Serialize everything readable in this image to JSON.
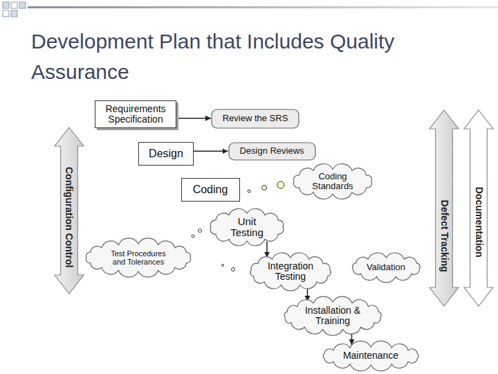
{
  "diagram": {
    "title": "Development Plan that Includes Quality Assurance",
    "nodes": [
      {
        "text": [
          "Requirements Specification"
        ]
      },
      {
        "text": [
          "Review the SRS"
        ]
      },
      {
        "text": [
          "Design"
        ]
      },
      {
        "text": [
          "Design Reviews"
        ]
      },
      {
        "text": [
          "Coding"
        ]
      },
      {
        "text": [
          "Coding Standards"
        ]
      },
      {
        "text": [
          "Unit Testing"
        ]
      },
      {
        "text": [
          "Test Procedures and Tolerances"
        ]
      },
      {
        "text": [
          "Integration Testing"
        ]
      },
      {
        "text": [
          "Validation"
        ]
      },
      {
        "text": [
          "Installation & Training"
        ]
      },
      {
        "text": [
          "Maintenance"
        ]
      },
      {
        "text": [
          "Configuration Control"
        ]
      },
      {
        "text": [
          "Defect Tracking"
        ]
      },
      {
        "text": [
          "Documentation"
        ]
      }
    ],
    "edges": [
      {
        "from": 0,
        "to": 1,
        "arrow": "to"
      },
      {
        "from": 2,
        "to": 3,
        "arrow": "to"
      },
      {
        "from": 6,
        "to": 8,
        "arrow": "to"
      },
      {
        "from": 8,
        "to": 10,
        "arrow": "to"
      },
      {
        "from": 10,
        "to": 11,
        "arrow": "to"
      }
    ]
  }
}
